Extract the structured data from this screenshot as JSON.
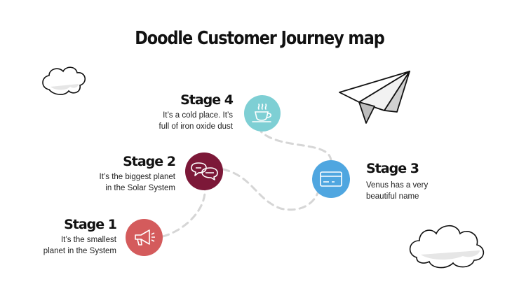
{
  "title": "Doodle Customer Journey map",
  "colors": {
    "stage1": "#d45b5c",
    "stage2": "#7c1838",
    "stage3": "#4fa6e0",
    "stage4": "#7ecfd4",
    "path": "#d6d6d6"
  },
  "stages": [
    {
      "title": "Stage 1",
      "line1": "It’s the smallest",
      "line2": "planet in the System",
      "icon": "megaphone-icon"
    },
    {
      "title": "Stage 2",
      "line1": "It’s the biggest planet",
      "line2": "in the Solar System",
      "icon": "speech-bubbles-icon"
    },
    {
      "title": "Stage 3",
      "line1": "Venus has a very",
      "line2": "beautiful name",
      "icon": "credit-card-icon"
    },
    {
      "title": "Stage 4",
      "line1": "It’s a cold place. It’s",
      "line2": "full of iron oxide dust",
      "icon": "coffee-cup-icon"
    }
  ],
  "decorations": [
    "cloud-icon",
    "paper-plane-icon",
    "cloud-icon"
  ]
}
